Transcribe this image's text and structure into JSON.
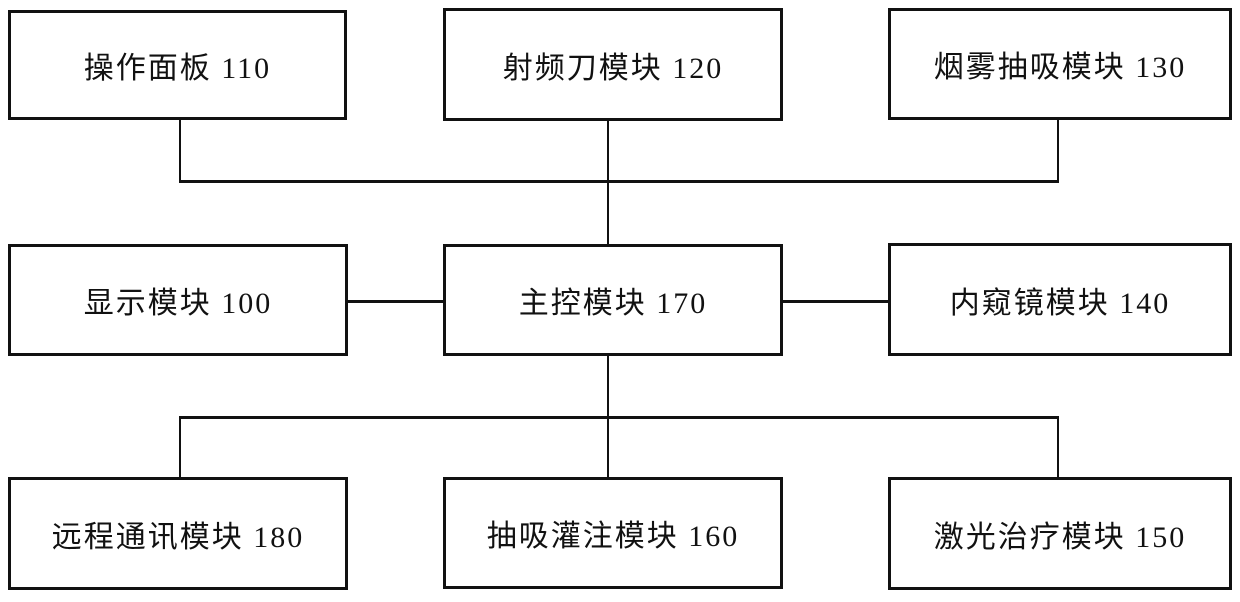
{
  "diagram": {
    "background_color": "#ffffff",
    "line_color": "#111111",
    "boxes": [
      {
        "id": "operation-panel",
        "label": "操作面板 110",
        "row": "top",
        "col": "left"
      },
      {
        "id": "rf-knife-module",
        "label": "射频刀模块 120",
        "row": "top",
        "col": "center"
      },
      {
        "id": "smoke-suction-module",
        "label": "烟雾抽吸模块 130",
        "row": "top",
        "col": "right"
      },
      {
        "id": "display-module",
        "label": "显示模块 100",
        "row": "middle",
        "col": "left"
      },
      {
        "id": "main-control-module",
        "label": "主控模块 170",
        "row": "middle",
        "col": "center"
      },
      {
        "id": "endoscope-module",
        "label": "内窥镜模块 140",
        "row": "middle",
        "col": "right"
      },
      {
        "id": "remote-comm-module",
        "label": "远程通讯模块 180",
        "row": "bottom",
        "col": "left"
      },
      {
        "id": "suction-perfusion-module",
        "label": "抽吸灌注模块 160",
        "row": "bottom",
        "col": "center"
      },
      {
        "id": "laser-therapy-module",
        "label": "激光治疗模块 150",
        "row": "bottom",
        "col": "right"
      }
    ],
    "connections": [
      "操作面板 110 — 主控模块 170",
      "射频刀模块 120 — 主控模块 170",
      "烟雾抽吸模块 130 — 主控模块 170",
      "显示模块 100 — 主控模块 170",
      "内窥镜模块 140 — 主控模块 170",
      "远程通讯模块 180 — 主控模块 170",
      "抽吸灌注模块 160 — 主控模块 170",
      "激光治疗模块 150 — 主控模块 170"
    ]
  }
}
